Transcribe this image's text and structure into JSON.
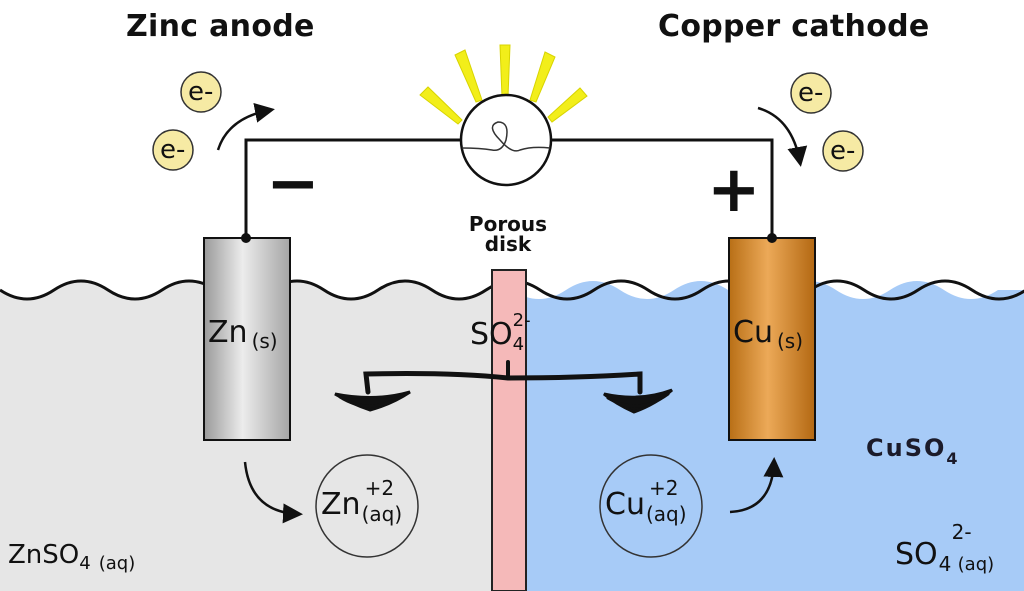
{
  "labels": {
    "zinc_anode": "Zinc anode",
    "copper_cathode": "Copper cathode",
    "electron": "e-",
    "minus": "−",
    "plus": "+",
    "porous_line1": "Porous",
    "porous_line2": "disk",
    "zn_electrode_main": "Zn",
    "zn_electrode_state": "(s)",
    "cu_electrode_main": "Cu",
    "cu_electrode_state": "(s)",
    "so4_main": "SO",
    "so4_sub": "4",
    "so4_charge": "2-",
    "zn_ion_main": "Zn",
    "zn_ion_charge": "+2",
    "zn_ion_state": "(aq)",
    "cu_ion_main": "Cu",
    "cu_ion_charge": "+2",
    "cu_ion_state": "(aq)",
    "znso4_main": "ZnSO",
    "znso4_sub": "4",
    "znso4_state": "(aq)",
    "cuso4_main": "CuSO",
    "cuso4_sub": "4",
    "so4_right_main": "SO",
    "so4_right_sub": "4",
    "so4_right_charge": "2-",
    "so4_right_state": "(aq)"
  },
  "colors": {
    "left_solution": "#e6e6e6",
    "right_solution": "#a7cbf7",
    "porous_disk": "#f5b9b9",
    "zinc_electrode": "#cfcfcf",
    "copper_electrode": "#d48a2a",
    "electron_fill": "#f6eaa4",
    "light_rays": "#f2ee1a"
  }
}
